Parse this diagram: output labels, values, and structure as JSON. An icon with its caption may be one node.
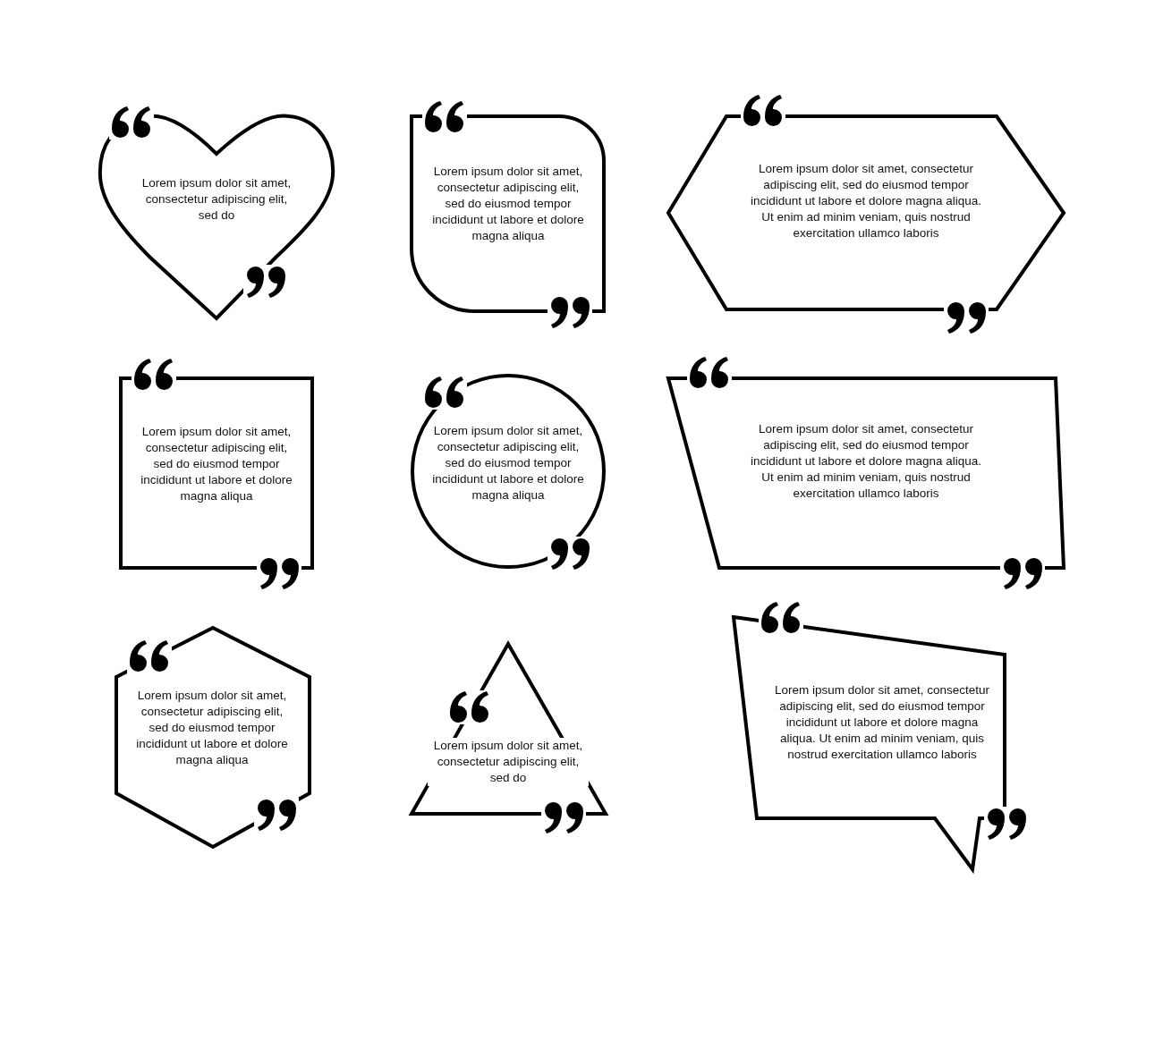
{
  "diagram": {
    "nodes": [
      {
        "text": [
          "Lorem ipsum dolor sit amet, consectetur adipiscing elit, sed do"
        ]
      },
      {
        "text": [
          "Lorem ipsum dolor sit amet, consectetur adipiscing elit, sed do eiusmod tempor incididunt ut labore et dolore magna aliqua"
        ]
      },
      {
        "text": [
          "Lorem ipsum dolor sit amet, consectetur adipiscing elit, sed do eiusmod tempor incididunt ut labore et dolore magna aliqua. Ut enim ad minim veniam, quis nostrud exercitation ullamco laboris"
        ]
      },
      {
        "text": [
          "Lorem ipsum dolor sit amet, consectetur adipiscing elit, sed do eiusmod tempor incididunt ut labore et dolore magna aliqua"
        ]
      },
      {
        "text": [
          "Lorem ipsum dolor sit amet, consectetur adipiscing elit, sed do eiusmod tempor incididunt ut labore et dolore magna aliqua"
        ]
      },
      {
        "text": [
          "Lorem ipsum dolor sit amet, consectetur adipiscing elit, sed do eiusmod tempor incididunt ut labore et dolore magna aliqua. Ut enim ad minim veniam, quis nostrud exercitation ullamco laboris"
        ]
      },
      {
        "text": [
          "Lorem ipsum dolor sit amet, consectetur adipiscing elit, sed do eiusmod tempor incididunt ut labore et dolore magna aliqua"
        ]
      },
      {
        "text": [
          "Lorem ipsum dolor sit amet, consectetur adipiscing elit, sed do"
        ]
      },
      {
        "text": [
          "Lorem ipsum dolor sit amet, consectetur adipiscing elit, sed do eiusmod tempor incididunt ut labore et dolore magna aliqua. Ut enim ad minim veniam, quis nostrud exercitation ullamco laboris"
        ]
      }
    ],
    "edges": []
  }
}
